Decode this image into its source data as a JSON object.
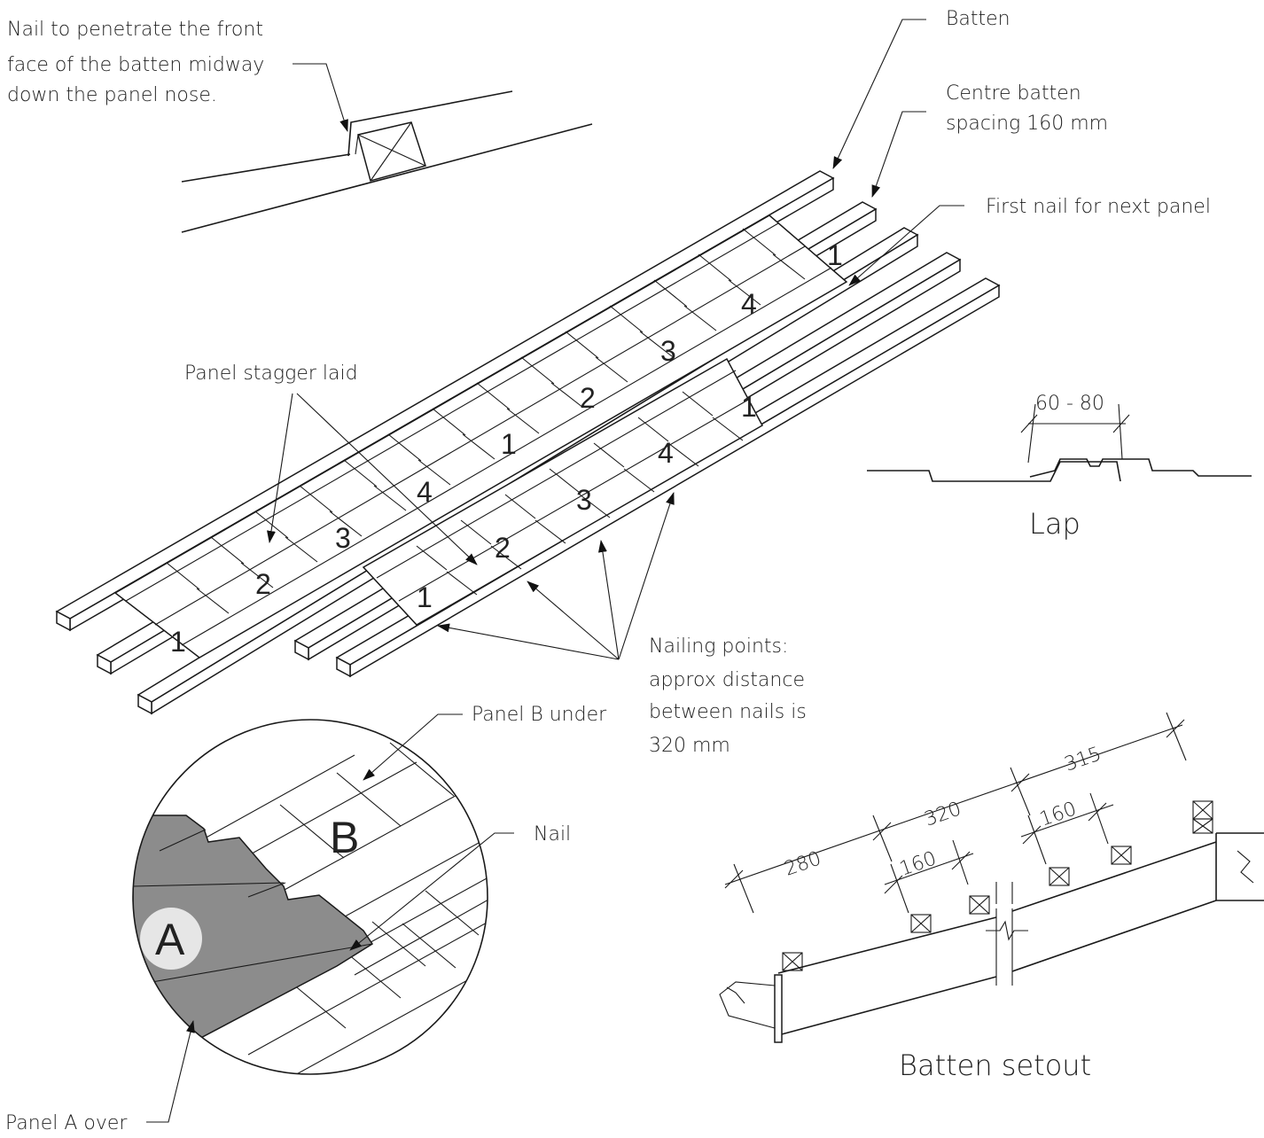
{
  "labels": {
    "batten": "Batten",
    "centre_spacing_1": "Centre batten",
    "centre_spacing_2": "spacing 160 mm",
    "first_nail": "First nail for next panel",
    "nail_note_1": "Nail to penetrate the front",
    "nail_note_2": "face of the batten midway",
    "nail_note_3": "down the panel nose.",
    "panel_stagger": "Panel stagger laid",
    "nailing_1": "Nailing points:",
    "nailing_2": "approx distance",
    "nailing_3": "between nails is",
    "nailing_4": "320 mm",
    "panel_b": "Panel B under",
    "nail": "Nail",
    "panel_a": "Panel A over",
    "lap_title": "Lap",
    "lap_dim": "60 - 80",
    "setout_title": "Batten setout",
    "letter_a": "A",
    "letter_b": "B"
  },
  "setout_dims": {
    "d1": "280",
    "d2": "320",
    "d3": "315",
    "d4": "160",
    "d5": "160"
  },
  "nail_sequence": {
    "upper": [
      "1",
      "4",
      "3",
      "2",
      "1",
      "4",
      "3",
      "2",
      "1"
    ],
    "lower": [
      "1",
      "4",
      "3",
      "2",
      "1"
    ]
  },
  "colors": {
    "line": "#1a1a1a",
    "panel_a_fill": "#8c8c8c",
    "label_disc": "#e6e6e6"
  }
}
